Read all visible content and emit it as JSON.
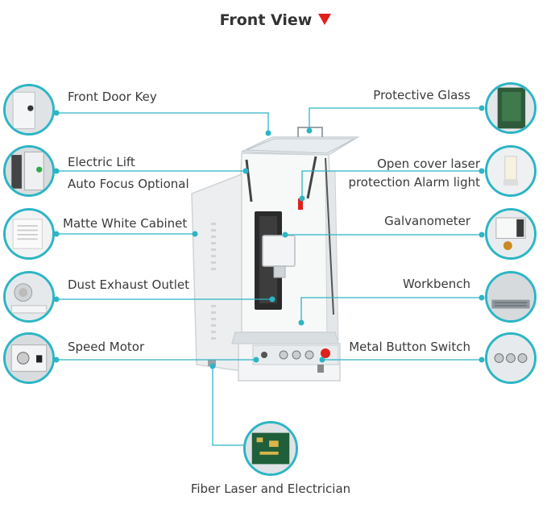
{
  "title": "Front View",
  "callouts": {
    "front_door_key": "Front Door Key",
    "electric_lift": "Electric Lift",
    "auto_focus": "Auto Focus Optional",
    "matte_white_cabinet": "Matte White Cabinet",
    "dust_exhaust_outlet": "Dust Exhaust Outlet",
    "speed_motor": "Speed Motor",
    "protective_glass": "Protective Glass",
    "open_cover_line1": "Open cover laser",
    "open_cover_line2": "protection Alarm light",
    "galvanometer": "Galvanometer",
    "workbench": "Workbench",
    "metal_button_switch": "Metal Button Switch",
    "fiber_laser": "Fiber Laser and Electrician"
  },
  "colors": {
    "accent": "#2cb5c5",
    "marker": "#e0201b"
  }
}
